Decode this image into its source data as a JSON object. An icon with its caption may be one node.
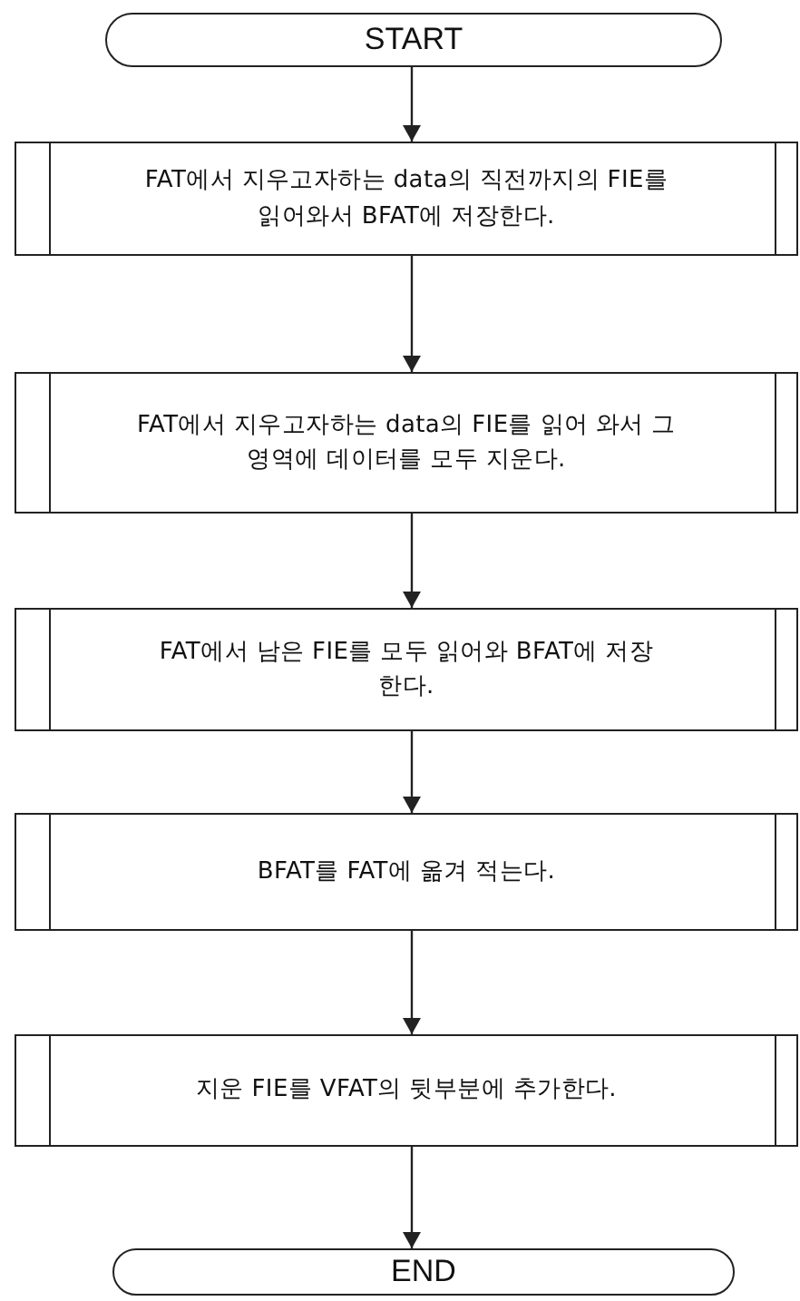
{
  "diagram": {
    "nodes": [
      {
        "text": [
          "START"
        ]
      },
      {
        "text": [
          "FAT에서 지우고자하는 data의 직전까지의 FIE를 읽어와서 BFAT에 저장한다."
        ]
      },
      {
        "text": [
          "FAT에서 지우고자하는 data의 FIE를 읽어 와서 그 영역에 데이터를 모두 지운다."
        ]
      },
      {
        "text": [
          "FAT에서 남은 FIE를 모두 읽어와 BFAT에 저장한다."
        ]
      },
      {
        "text": [
          "BFAT를 FAT에 옮겨 적는다."
        ]
      },
      {
        "text": [
          "지운 FIE를 VFAT의 뒷부분에 추가한다."
        ]
      },
      {
        "text": [
          "END"
        ]
      }
    ],
    "edges": [
      {
        "from": 0,
        "to": 1,
        "arrow": "to"
      },
      {
        "from": 1,
        "to": 2,
        "arrow": "to"
      },
      {
        "from": 2,
        "to": 3,
        "arrow": "to"
      },
      {
        "from": 3,
        "to": 4,
        "arrow": "to"
      },
      {
        "from": 4,
        "to": 5,
        "arrow": "to"
      },
      {
        "from": 5,
        "to": 6,
        "arrow": "to"
      }
    ]
  }
}
